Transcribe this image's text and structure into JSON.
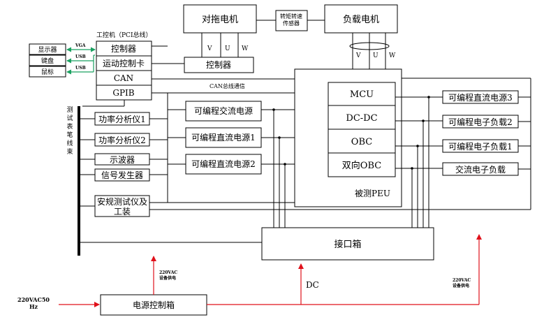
{
  "colors": {
    "power_line": "#e0101a",
    "signal_line": "#1aa060",
    "stroke": "#000000"
  },
  "labels": {
    "drag_motor": "对拖电机",
    "torque_sensor": "转矩转速\n传感器",
    "load_motor": "负载电机",
    "motor_controller": "控制器",
    "ipc_title": "工控机（PCI总线）",
    "ipc_items": [
      "控制器",
      "运动控制卡",
      "CAN",
      "GPIB"
    ],
    "peripherals": [
      "显示器",
      "键盘",
      "鼠标"
    ],
    "link_vga": "VGA",
    "link_usb1": "USB",
    "link_usb2": "USB",
    "can_bus": "CAN总线通信",
    "test_bundle": "测\n试\n表\n笔\n线\n束",
    "instruments": [
      "功率分析仪1",
      "功率分析仪2",
      "示波器",
      "信号发生器"
    ],
    "safety_tester": "安规测试仪及\n工装",
    "power_sources": [
      "可编程交流电源",
      "可编程直流电源1",
      "可编程直流电源2"
    ],
    "peu_modules": [
      "MCU",
      "DC-DC",
      "OBC",
      "双向OBC"
    ],
    "peu_label": "被测PEU",
    "right_devices": [
      "可编程直流电源3",
      "可编程电子负载2",
      "可编程电子负载1",
      "交流电子负载"
    ],
    "interface_box": "接口箱",
    "power_box": "电源控制箱",
    "ac_input": "220VAC50\nHz",
    "supply_left": "220VAC\n设备供电",
    "supply_right": "220VAC\n设备供电",
    "dc_label": "DC"
  }
}
